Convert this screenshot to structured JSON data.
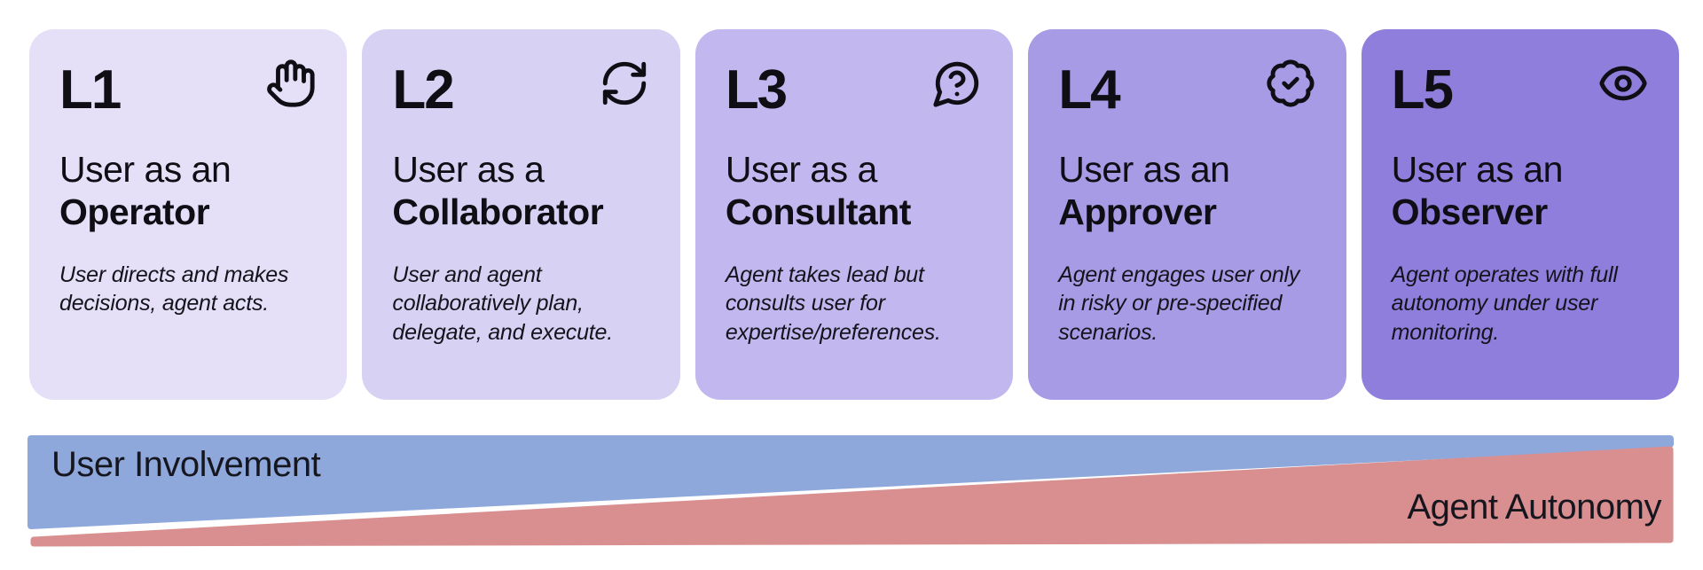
{
  "palette": {
    "text": "#0e0e14",
    "background": "#ffffff",
    "user_involvement_color": "#8fa8dc",
    "agent_autonomy_color": "#d98e8f"
  },
  "cards": [
    {
      "level": "L1",
      "icon": "hand-icon",
      "title_line1": "User as an",
      "title_line2": "Operator",
      "description": "User directs and makes decisions, agent acts.",
      "bg": "#e5e0f8"
    },
    {
      "level": "L2",
      "icon": "refresh-icon",
      "title_line1": "User as a",
      "title_line2": "Collaborator",
      "description": "User and agent collaboratively plan, delegate, and execute.",
      "bg": "#d7d1f3"
    },
    {
      "level": "L3",
      "icon": "question-bubble-icon",
      "title_line1": "User as a",
      "title_line2": "Consultant",
      "description": "Agent takes lead but consults user for expertise/preferences.",
      "bg": "#c2b7ef"
    },
    {
      "level": "L4",
      "icon": "badge-check-icon",
      "title_line1": "User as an",
      "title_line2": "Approver",
      "description": "Agent engages user only in risky or pre-specified scenarios.",
      "bg": "#a79be6"
    },
    {
      "level": "L5",
      "icon": "eye-icon",
      "title_line1": "User as an",
      "title_line2": "Observer",
      "description": "Agent operates with full autonomy under user monitoring.",
      "bg": "#8f7edc"
    }
  ],
  "axes": {
    "user_involvement": {
      "label": "User Involvement",
      "color": "#8fa8dc",
      "direction": "decreases left to right"
    },
    "agent_autonomy": {
      "label": "Agent Autonomy",
      "color": "#d98e8f",
      "direction": "increases left to right"
    }
  }
}
